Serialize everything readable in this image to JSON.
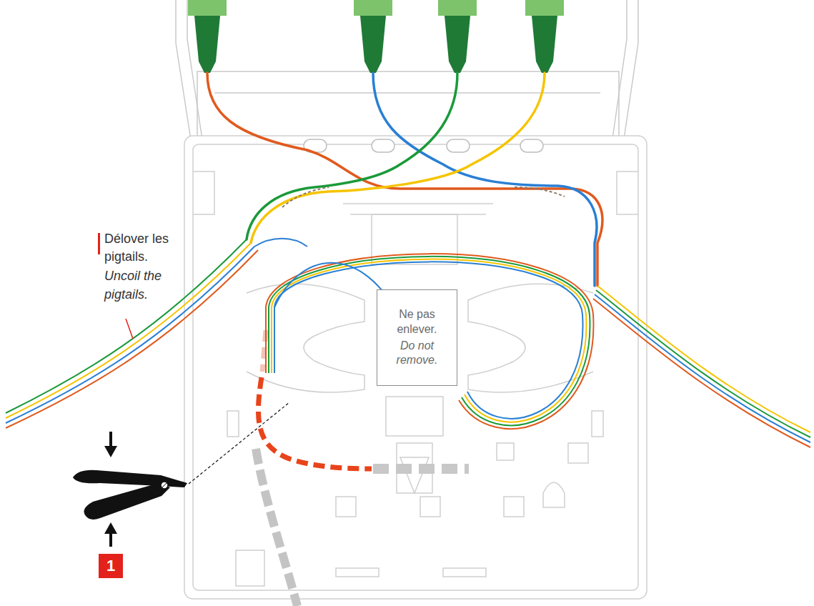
{
  "diagram": {
    "nodes": [
      {
        "text": [
          "Ne pas enlever.",
          "Do not remove."
        ]
      },
      {
        "text": [
          "1"
        ]
      }
    ],
    "labels": [
      "Délover les pigtails.",
      "Uncoil the pigtails."
    ]
  }
}
